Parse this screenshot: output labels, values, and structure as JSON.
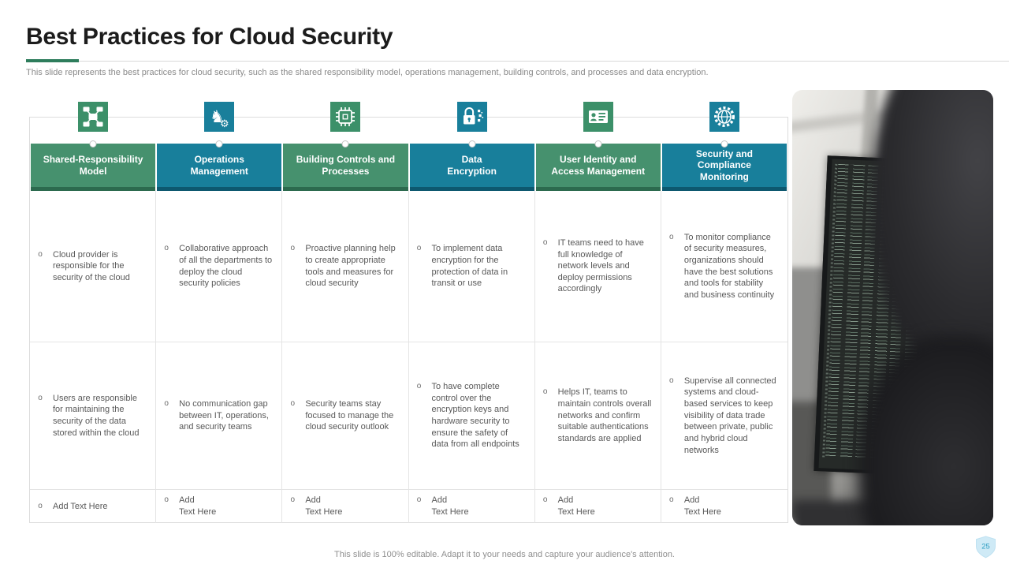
{
  "slide": {
    "title": "Best Practices for Cloud Security",
    "subtitle": "This slide represents the best practices for cloud security, such as the shared responsibility model, operations management, building controls, and processes and data encryption.",
    "footer": "This slide is 100% editable. Adapt it to your needs and capture your audience's attention.",
    "page_number": "25"
  },
  "theme": {
    "green": "#46916e",
    "green_dark": "#2c6a4e",
    "teal": "#187f9b",
    "teal_dark": "#0d586f",
    "accent_underline": "#2e7d5c",
    "badge_bg": "#cfeaf6",
    "badge_text": "#2f9ec2"
  },
  "table": {
    "bullet_char": "o",
    "columns": [
      {
        "icon": "network-nodes-icon",
        "color": "green",
        "header": "Shared-Responsibility\nModel",
        "rows": [
          "Cloud provider is responsible for the security of the cloud",
          "Users are responsible for maintaining the security of the data stored within the cloud",
          "Add Text Here"
        ]
      },
      {
        "icon": "strategy-knight-gear-icon",
        "color": "teal",
        "header": "Operations\nManagement",
        "rows": [
          "Collaborative approach of all the departments to deploy the cloud security policies",
          "No communication gap between IT, operations, and security teams",
          "Add\nText Here"
        ]
      },
      {
        "icon": "cpu-chip-icon",
        "color": "green",
        "header": "Building Controls and\nProcesses",
        "rows": [
          "Proactive planning help to create appropriate tools and measures for cloud security",
          "Security teams stay focused to manage the cloud security outlook",
          "Add\nText Here"
        ]
      },
      {
        "icon": "lock-data-icon",
        "color": "teal",
        "header": "Data\nEncryption",
        "rows": [
          "To implement data encryption for the protection of data in transit or use",
          "To have complete control over the encryption keys and hardware security to ensure the safety of data from all endpoints",
          "Add\nText Here"
        ]
      },
      {
        "icon": "id-card-icon",
        "color": "green",
        "header": "User Identity and\nAccess Management",
        "rows": [
          "IT teams need to have full knowledge of network levels and deploy permissions accordingly",
          "Helps IT, teams to maintain controls overall networks and confirm suitable authentications standards are applied",
          "Add\nText Here"
        ]
      },
      {
        "icon": "globe-gear-icon",
        "color": "teal",
        "header": "Security and\nCompliance\nMonitoring",
        "rows": [
          "To monitor compliance of security measures, organizations should have the best solutions and tools  for stability and business continuity",
          "Supervise all connected systems and cloud-based services to keep visibility of data trade between private, public and hybrid cloud networks",
          "Add\nText Here"
        ]
      }
    ]
  }
}
